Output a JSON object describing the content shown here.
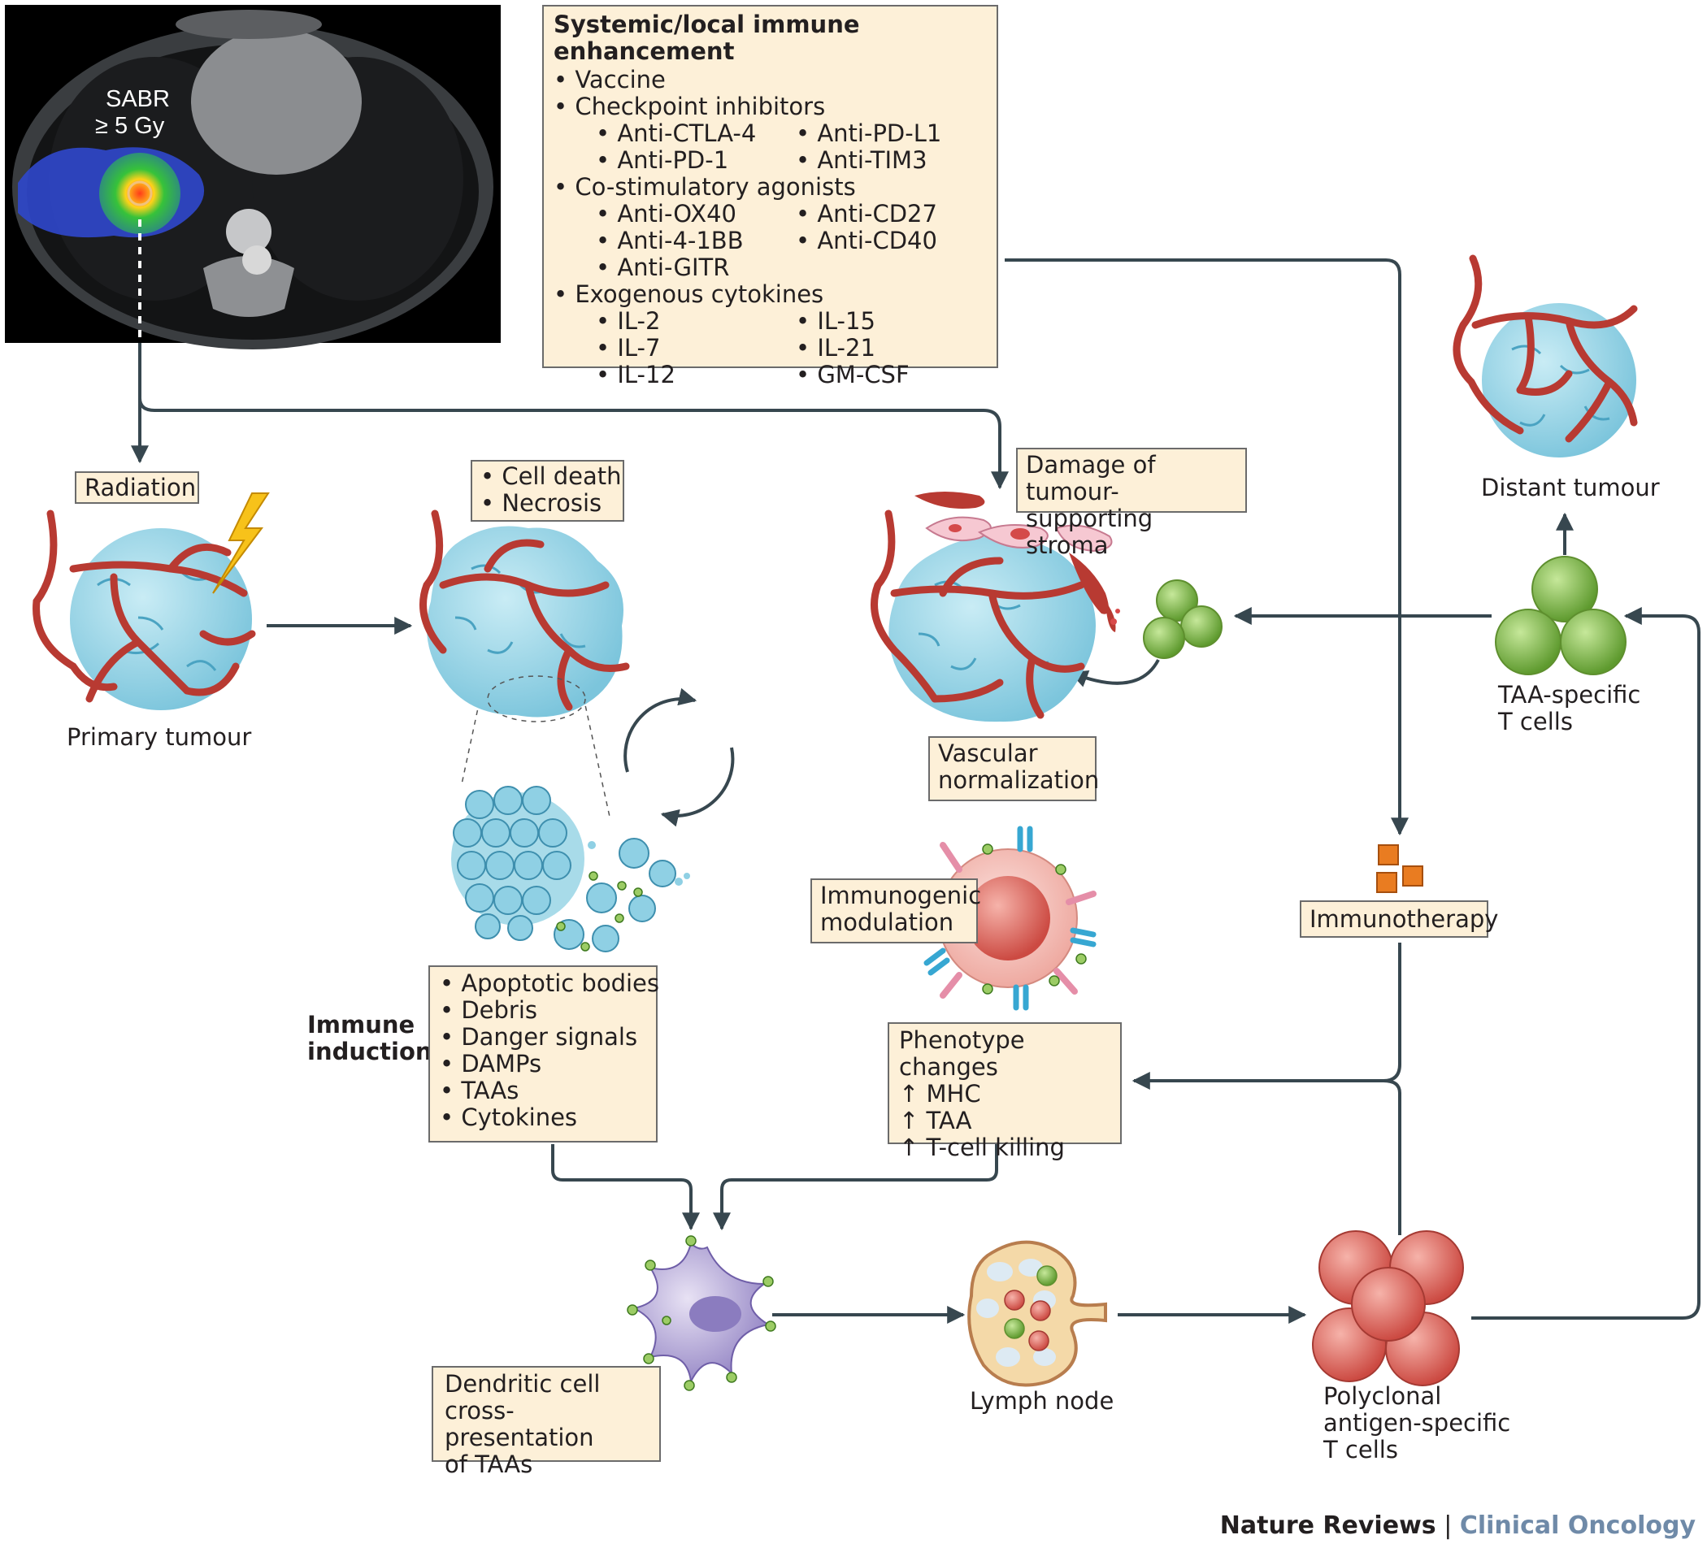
{
  "scan": {
    "label_line1": "SABR",
    "label_line2": "≥ 5 Gy"
  },
  "enhancement": {
    "title": "Systemic/local immune enhancement",
    "items": [
      {
        "label": "Vaccine",
        "left": [],
        "right": []
      },
      {
        "label": "Checkpoint inhibitors",
        "left": [
          "Anti-CTLA-4",
          "Anti-PD-1"
        ],
        "right": [
          "Anti-PD-L1",
          "Anti-TIM3"
        ]
      },
      {
        "label": "Co-stimulatory agonists",
        "left": [
          "Anti-OX40",
          "Anti-4-1BB",
          "Anti-GITR"
        ],
        "right": [
          "Anti-CD27",
          "Anti-CD40"
        ]
      },
      {
        "label": "Exogenous cytokines",
        "left": [
          "IL-2",
          "IL-7",
          "IL-12"
        ],
        "right": [
          "IL-15",
          "IL-21",
          "GM-CSF"
        ]
      }
    ]
  },
  "labels": {
    "radiation": "Radiation",
    "primary_tumour": "Primary tumour",
    "cell_death": [
      "Cell death",
      "Necrosis"
    ],
    "stroma_damage": [
      "Damage of tumour-",
      "supporting stroma"
    ],
    "distant_tumour": "Distant tumour",
    "taa_tcells": [
      "TAA-specific",
      "T cells"
    ],
    "vascular": [
      "Vascular",
      "normalization"
    ],
    "immunotherapy": "Immunotherapy",
    "immunogenic": [
      "Immunogenic",
      "modulation"
    ],
    "immune_induction": [
      "Immune",
      "induction"
    ],
    "induction_items": [
      "Apoptotic bodies",
      "Debris",
      "Danger signals",
      "DAMPs",
      "TAAs",
      "Cytokines"
    ],
    "phenotype": [
      "Phenotype changes",
      "↑ MHC",
      "↑ TAA",
      "↑ T-cell killing"
    ],
    "dendritic": [
      "Dendritic cell",
      "cross-presentation",
      "of TAAs"
    ],
    "lymph_node": "Lymph node",
    "polyclonal": [
      "Polyclonal",
      "antigen-specific",
      "T cells"
    ]
  },
  "footer": {
    "journal": "Nature Reviews",
    "separator": "|",
    "section": "Clinical Oncology"
  }
}
